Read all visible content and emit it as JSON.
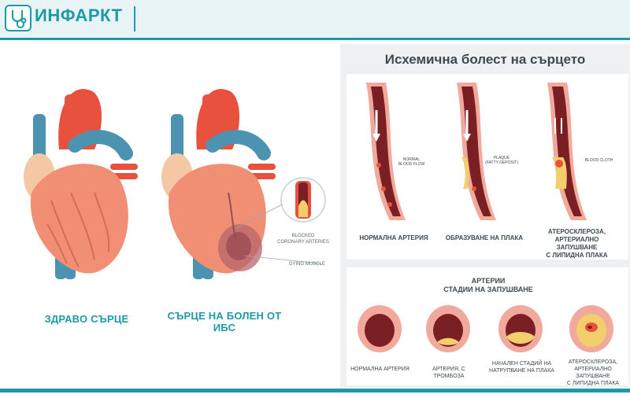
{
  "header": {
    "title": "ИНФАРКТ",
    "logo_icon": "stethoscope-icon"
  },
  "left": {
    "healthy_caption": "ЗДРАВО СЪРЦЕ",
    "diseased_caption": "СЪРЦЕ НА БОЛЕН ОТ ИБС",
    "blocked_label_1": "BLOCKED",
    "blocked_label_2": "CORONARY ARTERIES",
    "dying_label": "DYING MUSCLE"
  },
  "right": {
    "title": "Исхемична болест на сърцето",
    "top_stages": [
      {
        "note_1": "NORMAL",
        "note_2": "BLOOD FLOW",
        "caption": "НОРМАЛНА АРТЕРИЯ"
      },
      {
        "note_1": "PLAQUE",
        "note_2": "(FATTY DEPOSIT)",
        "caption": "ОБРАЗУВАНЕ НА ПЛАКА"
      },
      {
        "note_1": "BLOOD CLOTH",
        "note_2": "",
        "caption_1": "АТЕРОСКЛЕРОЗА,",
        "caption_2": "АРТЕРИАЛНО ЗАПУШВАНЕ",
        "caption_3": "С ЛИПИДНА ПЛАКА"
      }
    ],
    "bottom_heading_1": "АРТЕРИИ",
    "bottom_heading_2": "СТАДИИ НА ЗАПУШВАНЕ",
    "bottom_stages": [
      {
        "caption_1": "НОРМАЛНА АРТЕРИЯ"
      },
      {
        "caption_1": "АРТЕРИЯ, С ТРОМБОЗА"
      },
      {
        "caption_1": "НАЧАЛЕН СТАДИЙ НА",
        "caption_2": "НАТРУПВАНЕ НА ПЛАКА"
      },
      {
        "caption_1": "АТЕРОСКЛЕРОЗА,",
        "caption_2": "АРТЕРИАЛНО ЗАПУШВАНЕ",
        "caption_3": "С ЛИПИДНА ПЛАКА"
      }
    ]
  },
  "colors": {
    "accent": "#1d9aa8",
    "heart": "#f08f74",
    "artery_red": "#e9513f",
    "vein_blue": "#4b93b1"
  }
}
